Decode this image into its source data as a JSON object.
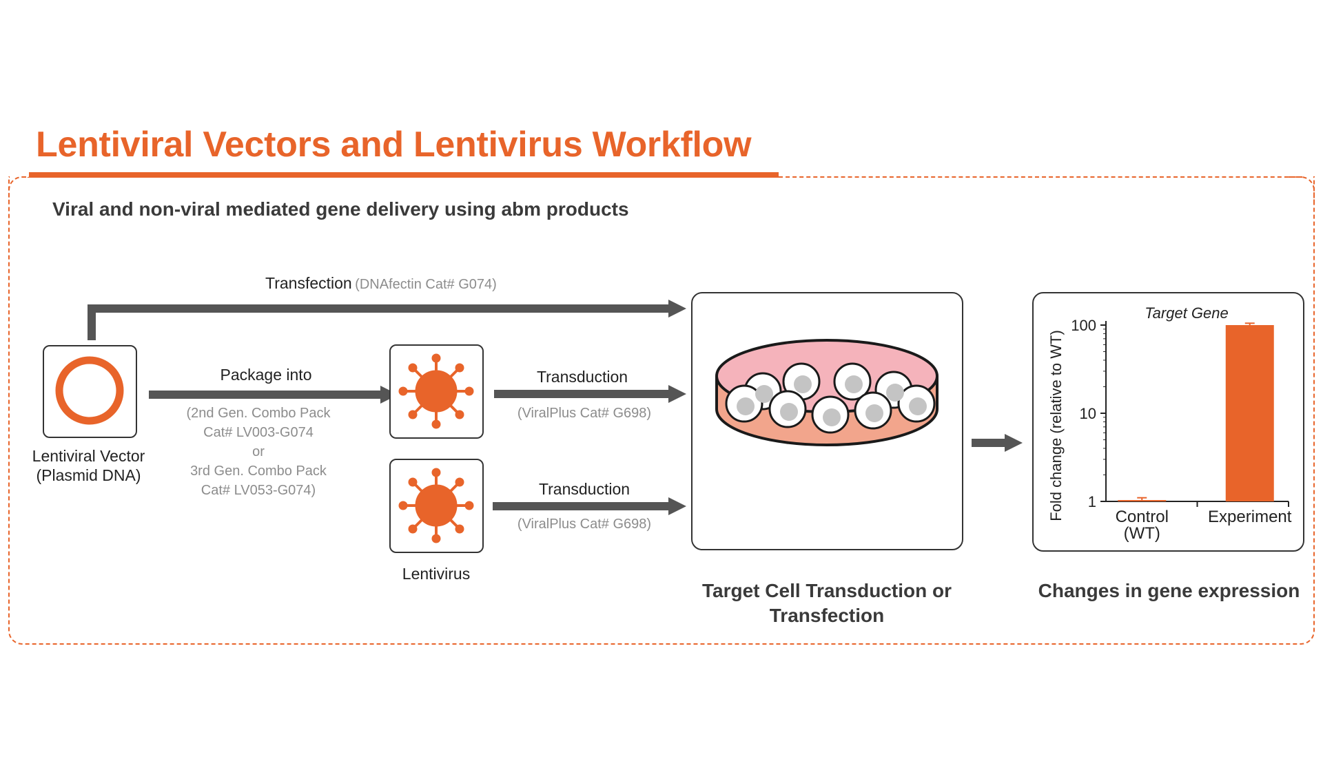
{
  "header": {
    "title": "Lentiviral Vectors and Lentivirus Workflow",
    "subtitle": "Viral and non-viral mediated gene delivery using abm products"
  },
  "colors": {
    "accent": "#e8642a",
    "arrow": "#555555",
    "secondary_text": "#8c8c8c"
  },
  "transfection": {
    "label": "Transfection",
    "product": "(DNAfectin Cat# G074)"
  },
  "plasmid": {
    "label_line1": "Lentiviral Vector",
    "label_line2": "(Plasmid DNA)",
    "icon": "plasmid-ring-icon"
  },
  "package": {
    "label": "Package into",
    "line1": "(2nd Gen. Combo Pack",
    "line2": "Cat# LV003-G074",
    "line3": "or",
    "line4": "3rd Gen. Combo Pack",
    "line5": "Cat# LV053-G074)"
  },
  "lentivirus": {
    "label": "Lentivirus",
    "icon": "virus-icon"
  },
  "transduction_top": {
    "label": "Transduction",
    "product": "(ViralPlus Cat# G698)"
  },
  "transduction_bottom": {
    "label": "Transduction",
    "product": "(ViralPlus Cat# G698)"
  },
  "target_cell": {
    "label_line1": "Target Cell Transduction or",
    "label_line2": "Transfection",
    "icon": "petri-dish-icon"
  },
  "gene_expression": {
    "label": "Changes in gene expression"
  },
  "chart_data": {
    "type": "bar",
    "title": "Target Gene",
    "ylabel": "Fold change (relative to WT)",
    "yscale": "log",
    "ylim": [
      1,
      100
    ],
    "yticks": [
      "1",
      "10",
      "100"
    ],
    "categories": [
      "Control (WT)",
      "Experiment"
    ],
    "category_lines": [
      [
        "Control",
        "(WT)"
      ],
      [
        "Experiment"
      ]
    ],
    "values": [
      1,
      100
    ],
    "errors": [
      0.1,
      5
    ],
    "bar_color": "#e8642a"
  }
}
